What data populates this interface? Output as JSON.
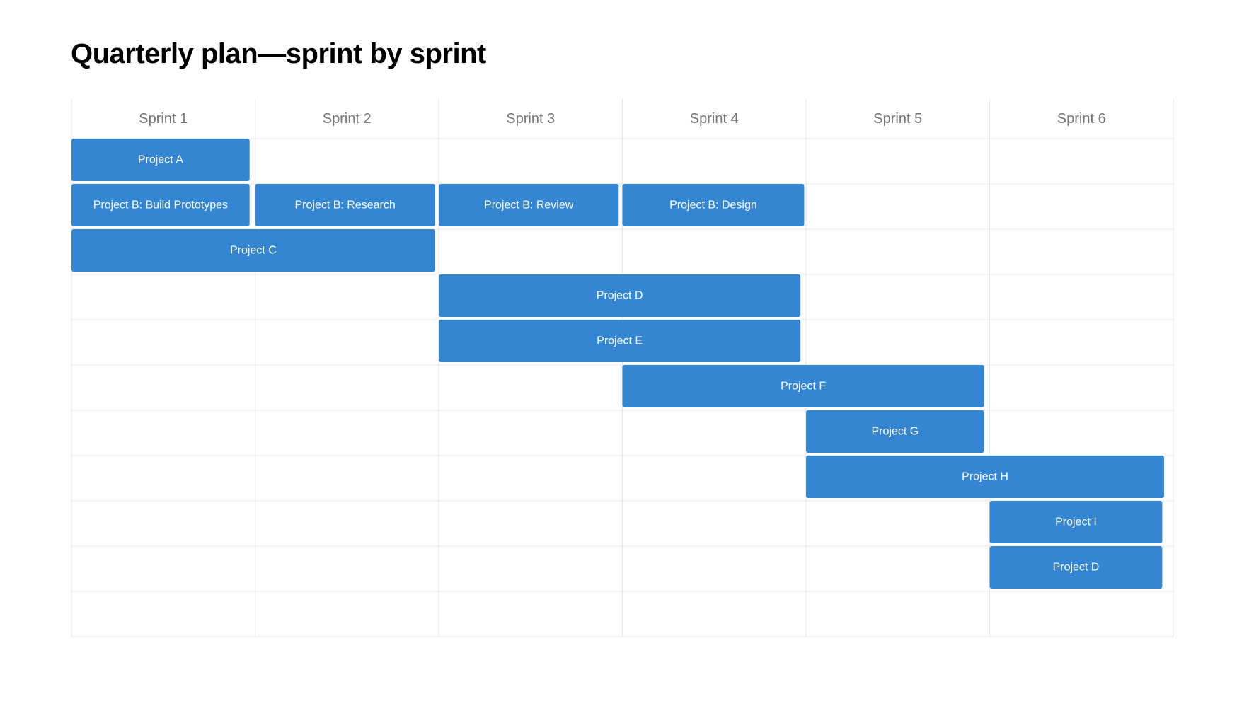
{
  "title": "Quarterly plan—sprint by sprint",
  "colors": {
    "bar": "#3486d3",
    "grid": "#e6e6e6",
    "header_text": "#767676",
    "bar_text": "#ffffff"
  },
  "chart_data": {
    "type": "gantt",
    "columns": [
      "Sprint 1",
      "Sprint 2",
      "Sprint 3",
      "Sprint 4",
      "Sprint 5",
      "Sprint 6"
    ],
    "row_count": 11,
    "tasks": [
      {
        "label": "Project A",
        "row": 0,
        "start_sprint": 1.0,
        "end_sprint": 1.97
      },
      {
        "label": "Project B: Build Prototypes",
        "row": 1,
        "start_sprint": 1.0,
        "end_sprint": 1.97
      },
      {
        "label": "Project B: Research",
        "row": 1,
        "start_sprint": 2.0,
        "end_sprint": 2.98
      },
      {
        "label": "Project B: Review",
        "row": 1,
        "start_sprint": 3.0,
        "end_sprint": 3.98
      },
      {
        "label": "Project B: Design",
        "row": 1,
        "start_sprint": 4.0,
        "end_sprint": 4.99
      },
      {
        "label": "Project C",
        "row": 2,
        "start_sprint": 1.0,
        "end_sprint": 2.98
      },
      {
        "label": "Project D",
        "row": 3,
        "start_sprint": 3.0,
        "end_sprint": 4.97
      },
      {
        "label": "Project E",
        "row": 4,
        "start_sprint": 3.0,
        "end_sprint": 4.97
      },
      {
        "label": "Project F",
        "row": 5,
        "start_sprint": 4.0,
        "end_sprint": 5.97
      },
      {
        "label": "Project G",
        "row": 6,
        "start_sprint": 5.0,
        "end_sprint": 5.97
      },
      {
        "label": "Project H",
        "row": 7,
        "start_sprint": 5.0,
        "end_sprint": 6.95
      },
      {
        "label": "Project I",
        "row": 8,
        "start_sprint": 6.0,
        "end_sprint": 6.94
      },
      {
        "label": "Project D",
        "row": 9,
        "start_sprint": 6.0,
        "end_sprint": 6.94
      }
    ]
  }
}
